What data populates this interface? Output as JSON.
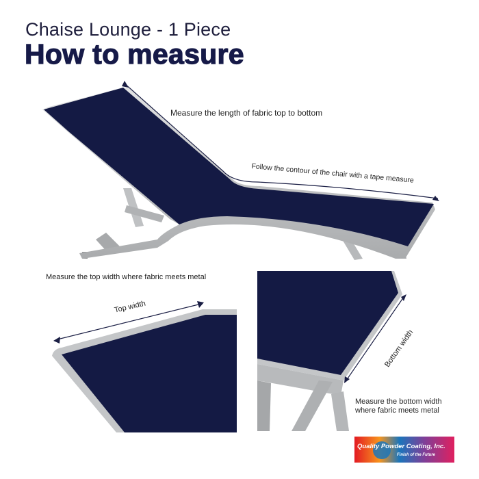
{
  "header": {
    "subtitle": "Chaise Lounge - 1 Piece",
    "title": "How to measure"
  },
  "labels": {
    "length": "Measure the length of fabric top to bottom",
    "contour": "Follow the contour of the chair with a tape measure",
    "top_width_instruction": "Measure the top width where fabric meets metal",
    "top_width": "Top width",
    "bottom_width": "Bottom width",
    "bottom_width_instruction_line1": "Measure the bottom width",
    "bottom_width_instruction_line2": "where fabric meets metal"
  },
  "logo": {
    "name": "Quality Powder Coating, Inc.",
    "tagline": "Finish of the Future"
  },
  "colors": {
    "fabric": "#141a44",
    "frame": "#c4c6c8",
    "frame_dark": "#9a9c9e",
    "title": "#161a48",
    "measure_line": "#1a1e44"
  }
}
